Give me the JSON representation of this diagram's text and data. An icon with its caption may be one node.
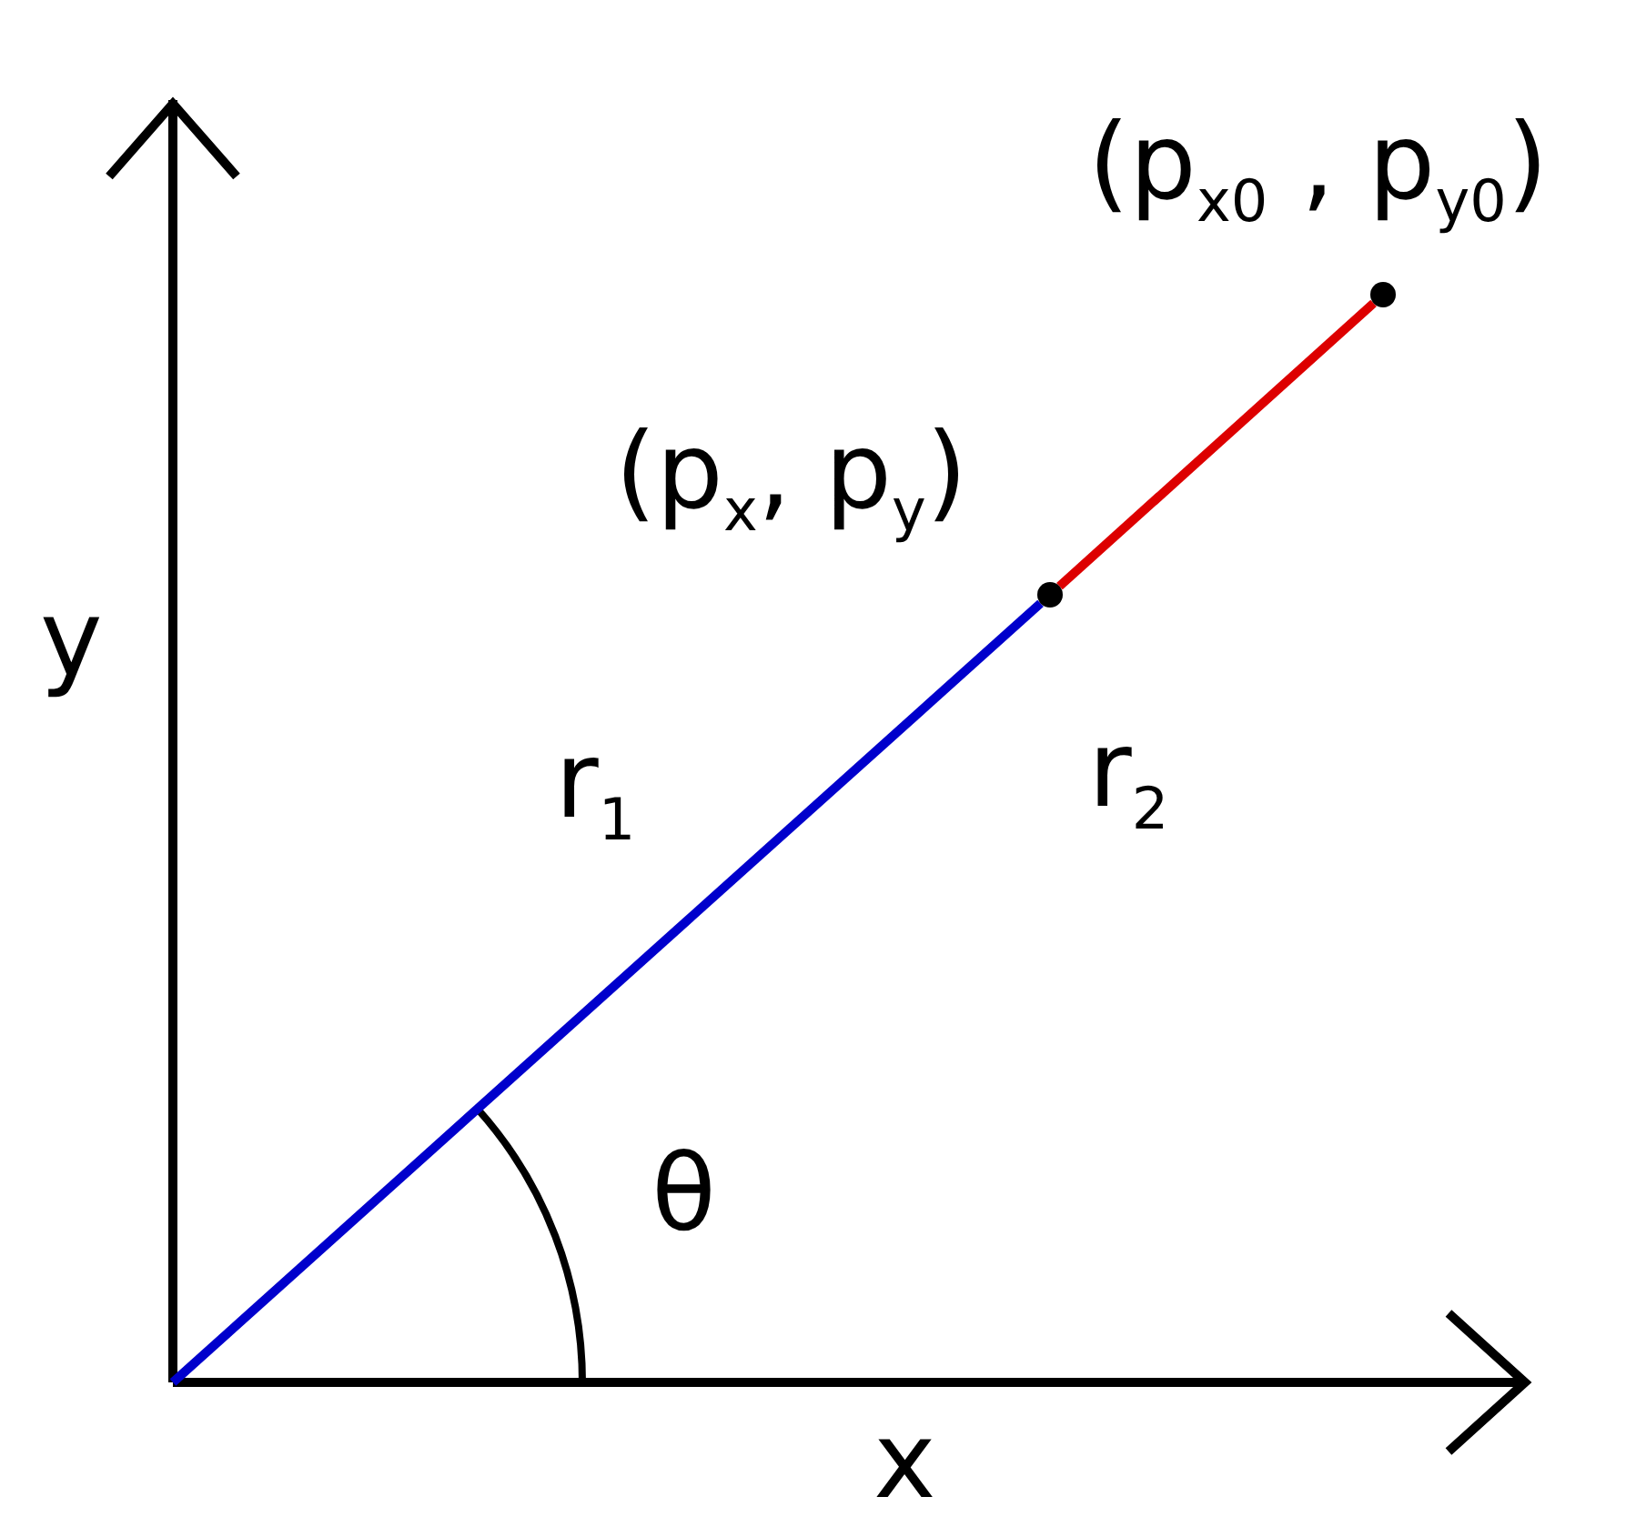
{
  "diagram": {
    "nodes": [
      {
        "text": [],
        "shape": "circle",
        "beside": [
          "(p$_{x}$, p$_{y}$)"
        ]
      },
      {
        "text": [],
        "shape": "circle",
        "beside": [
          "(p$_{x0}$ , p$_{y0}$)"
        ]
      }
    ],
    "edges": [
      {
        "from": null,
        "to": 0,
        "arrow": "none",
        "color": "#0000cc"
      },
      {
        "from": 0,
        "to": 1,
        "arrow": "none",
        "color": "#dd0000"
      }
    ],
    "labels": [
      "y",
      "r$_{1}$",
      "r$_{2}$",
      "θ",
      "x"
    ]
  }
}
